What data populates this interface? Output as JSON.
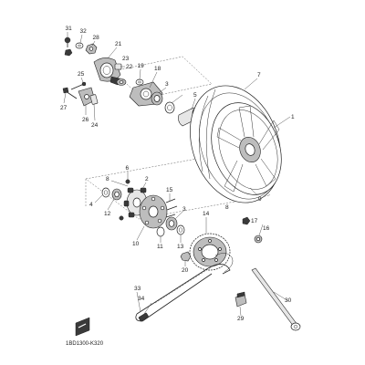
{
  "diagram": {
    "drawing_code": "1BD1300-K320",
    "callouts": [
      {
        "id": "c31",
        "text": "31"
      },
      {
        "id": "c32",
        "text": "32"
      },
      {
        "id": "c28",
        "text": "28"
      },
      {
        "id": "c21",
        "text": "21"
      },
      {
        "id": "c25",
        "text": "25"
      },
      {
        "id": "c22",
        "text": "22"
      },
      {
        "id": "c23",
        "text": "23"
      },
      {
        "id": "c27",
        "text": "27"
      },
      {
        "id": "c26",
        "text": "26"
      },
      {
        "id": "c24",
        "text": "24"
      },
      {
        "id": "c19",
        "text": "19"
      },
      {
        "id": "c18",
        "text": "18"
      },
      {
        "id": "c3a",
        "text": "3"
      },
      {
        "id": "c5",
        "text": "5"
      },
      {
        "id": "c7",
        "text": "7"
      },
      {
        "id": "c1",
        "text": "1"
      },
      {
        "id": "c9",
        "text": "9"
      },
      {
        "id": "c6",
        "text": "6"
      },
      {
        "id": "c8a",
        "text": "8"
      },
      {
        "id": "c8b",
        "text": "8"
      },
      {
        "id": "c2",
        "text": "2"
      },
      {
        "id": "c4",
        "text": "4"
      },
      {
        "id": "c12",
        "text": "12"
      },
      {
        "id": "c15",
        "text": "15"
      },
      {
        "id": "c10",
        "text": "10"
      },
      {
        "id": "c3b",
        "text": "3"
      },
      {
        "id": "c11",
        "text": "11"
      },
      {
        "id": "c13",
        "text": "13"
      },
      {
        "id": "c20",
        "text": "20"
      },
      {
        "id": "c14",
        "text": "14"
      },
      {
        "id": "c17",
        "text": "17"
      },
      {
        "id": "c16",
        "text": "16"
      },
      {
        "id": "c33",
        "text": "33"
      },
      {
        "id": "c34",
        "text": "34"
      },
      {
        "id": "c30",
        "text": "30"
      },
      {
        "id": "c29",
        "text": "29"
      }
    ]
  }
}
